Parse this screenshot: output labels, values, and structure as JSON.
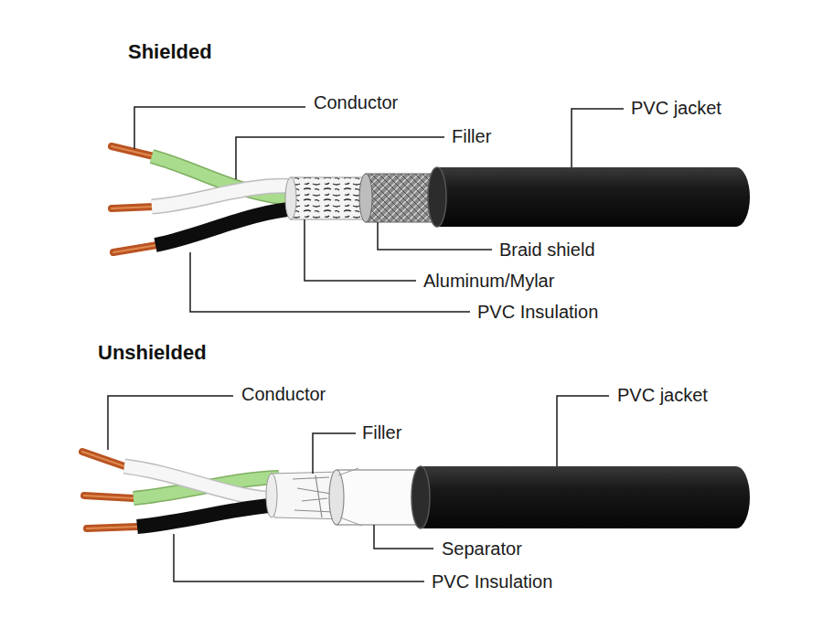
{
  "diagram": {
    "labels": [
      "Shielded",
      "Conductor",
      "Filler",
      "PVC jacket",
      "Braid shield",
      "Aluminum/Mylar",
      "PVC Insulation",
      "Unshielded",
      "Conductor",
      "Filler",
      "PVC jacket",
      "Separator",
      "PVC Insulation"
    ]
  }
}
